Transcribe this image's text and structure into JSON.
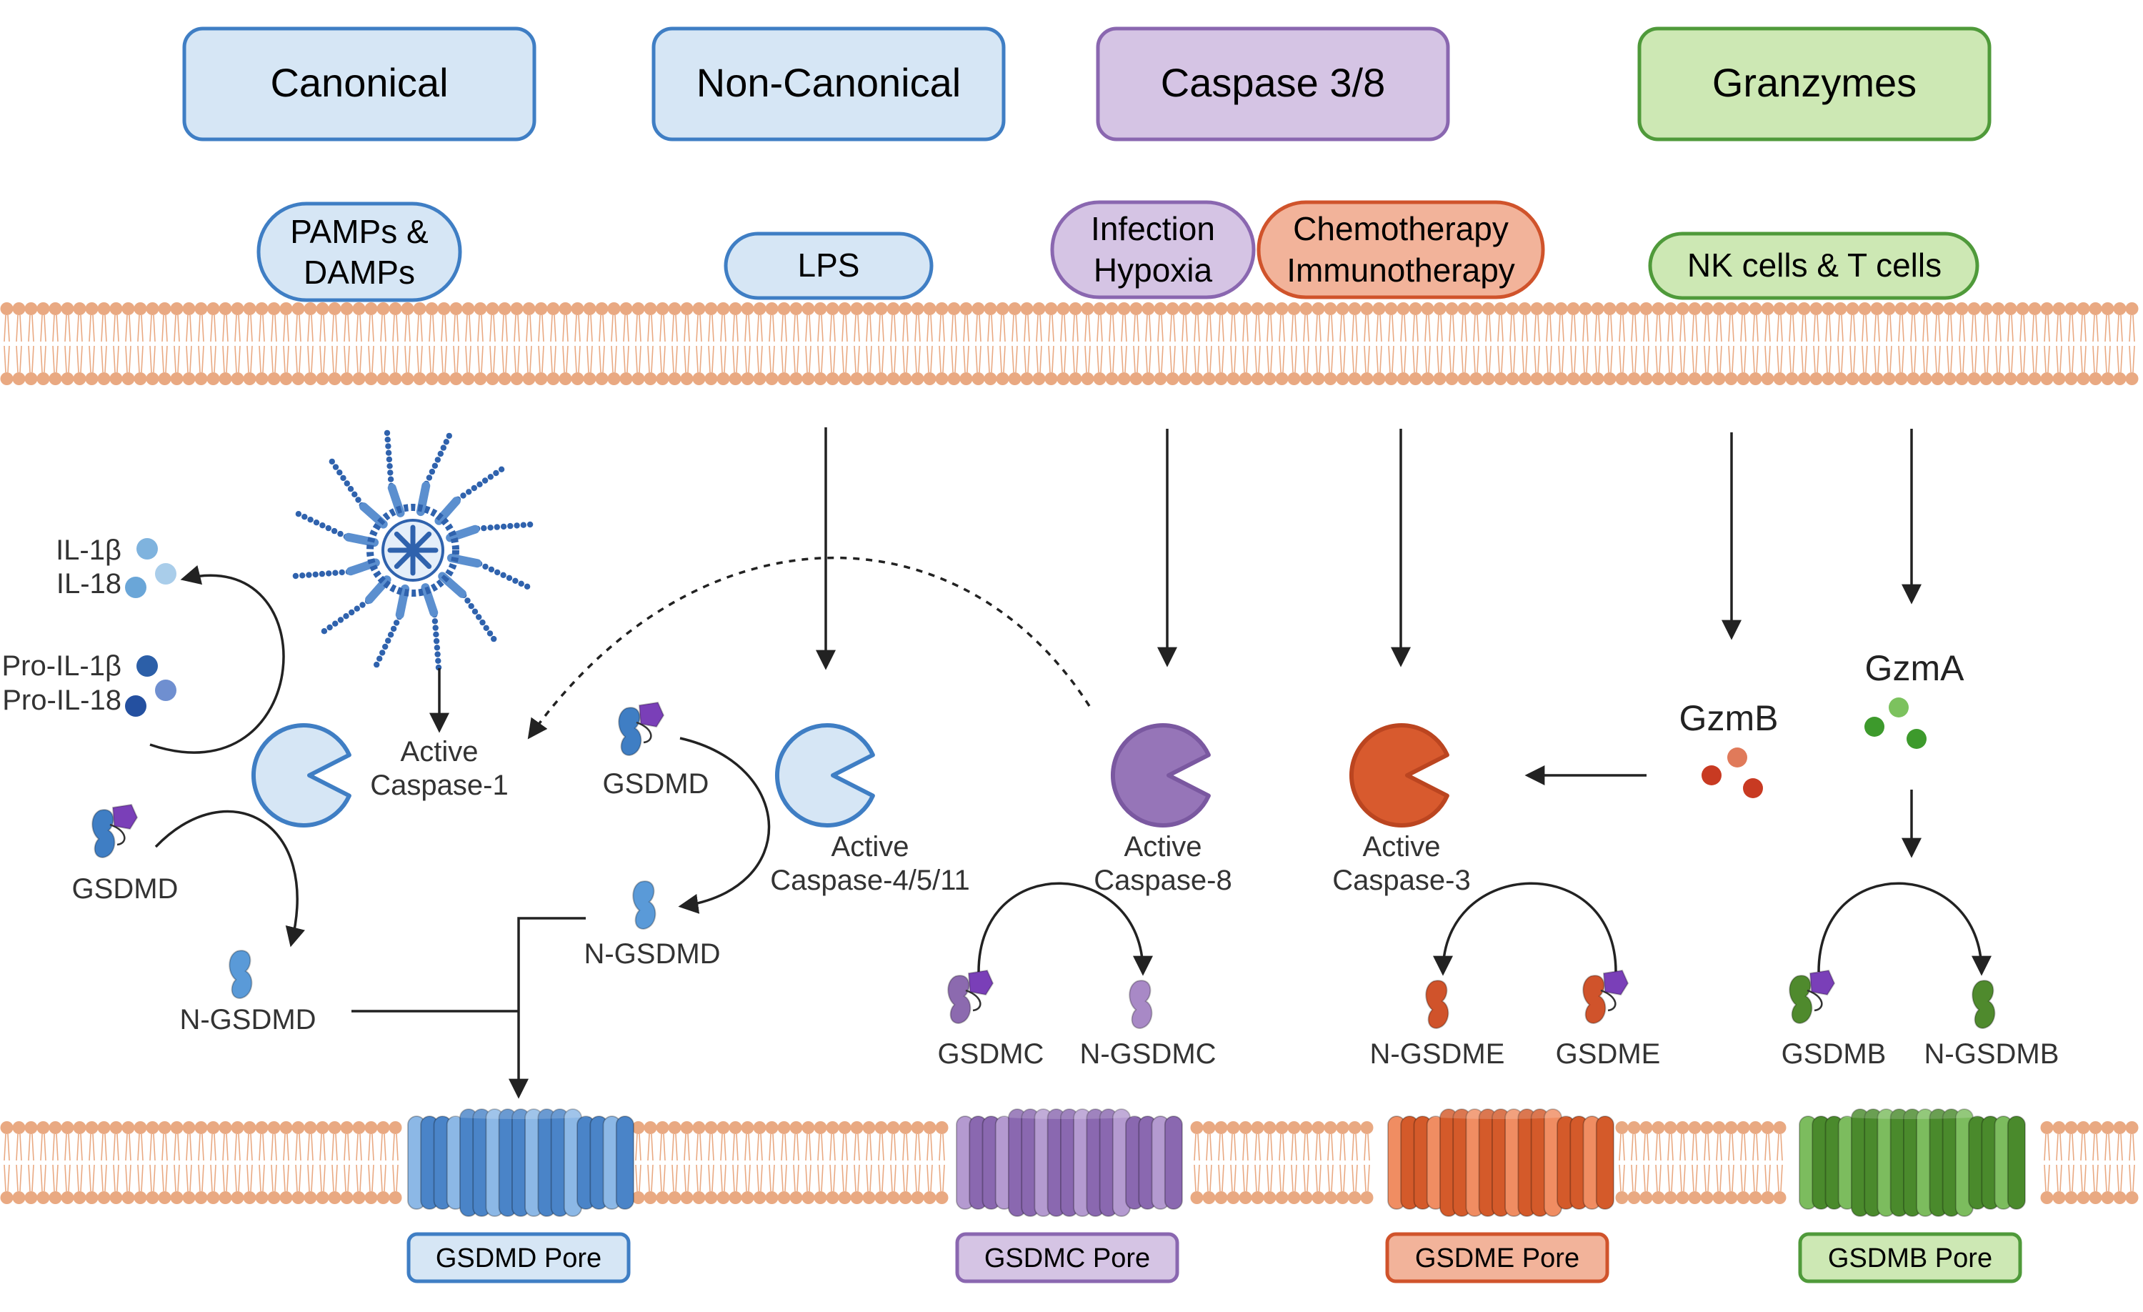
{
  "colors": {
    "blue_fill": "#d6e6f5",
    "blue_stroke": "#3f7ec4",
    "purple_fill": "#d5c4e4",
    "purple_stroke": "#8a67b0",
    "green_fill": "#cde8b4",
    "green_stroke": "#4f9a3a",
    "orange_fill": "#f2b39a",
    "orange_stroke": "#d0532b",
    "membrane": "#e9a982",
    "gsdmd": "#3f7ec4",
    "gsdmc": "#8c6aaf",
    "gsdme": "#d0532b",
    "gsdmb": "#4f8a2d"
  },
  "pathways": {
    "canonical": "Canonical",
    "noncanonical": "Non-Canonical",
    "caspase38": "Caspase 3/8",
    "granzymes": "Granzymes"
  },
  "stimuli": {
    "pamps_1": "PAMPs &",
    "pamps_2": "DAMPs",
    "lps": "LPS",
    "infection": "Infection",
    "hypoxia": "Hypoxia",
    "chemo": "Chemotherapy",
    "immuno": "Immunotherapy",
    "nk": "NK cells & T cells"
  },
  "cytokines": {
    "il1b": "IL-1β",
    "il18": "IL-18",
    "pro_il1b": "Pro-IL-1β",
    "pro_il18": "Pro-IL-18"
  },
  "enzymes": {
    "active": "Active",
    "casp1": "Caspase-1",
    "casp4511": "Caspase-4/5/11",
    "casp8": "Caspase-8",
    "casp3": "Caspase-3",
    "gzmb": "GzmB",
    "gzma": "GzmA"
  },
  "proteins": {
    "gsdmd": "GSDMD",
    "n_gsdmd": "N-GSDMD",
    "gsdmc": "GSDMC",
    "n_gsdmc": "N-GSDMC",
    "gsdme": "GSDME",
    "n_gsdme": "N-GSDME",
    "gsdmb": "GSDMB",
    "n_gsdmb": "N-GSDMB"
  },
  "pores": {
    "gsdmd": "GSDMD Pore",
    "gsdmc": "GSDMC Pore",
    "gsdme": "GSDME Pore",
    "gsdmb": "GSDMB Pore"
  }
}
